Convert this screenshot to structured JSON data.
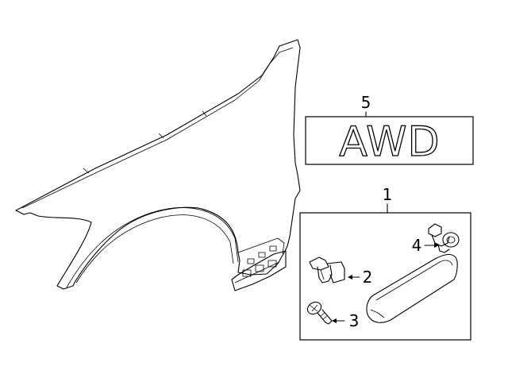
{
  "callouts": {
    "one": "1",
    "two": "2",
    "three": "3",
    "four": "4",
    "five": "5"
  },
  "badge": {
    "text": "AWD"
  },
  "colors": {
    "ink": "#000000",
    "background": "#ffffff"
  }
}
